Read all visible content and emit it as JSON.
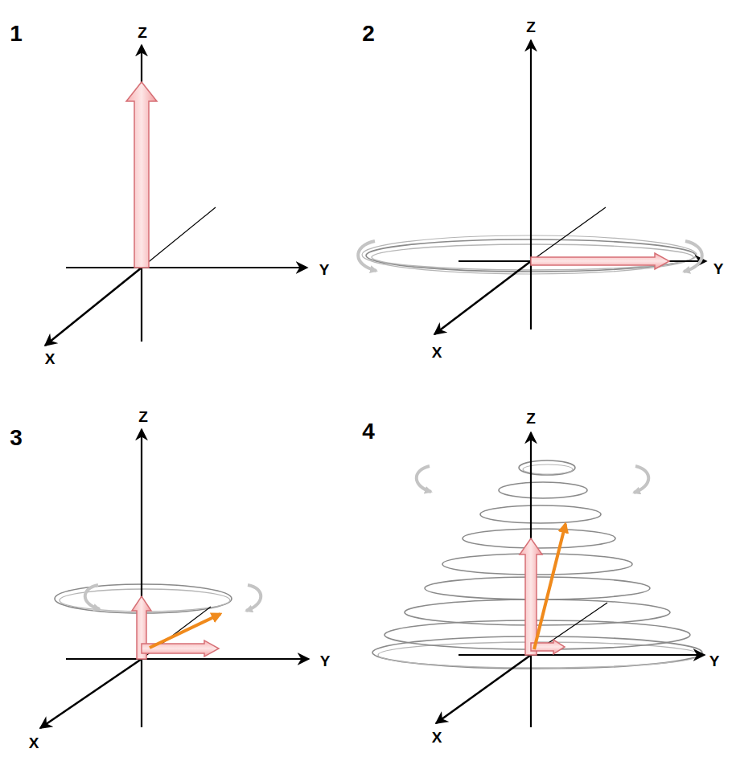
{
  "diagram": {
    "labels": [
      "1",
      "Z",
      "Y",
      "X",
      "2",
      "Z",
      "Y",
      "X",
      "3",
      "Z",
      "Y",
      "X",
      "4",
      "Z",
      "Y",
      "X"
    ]
  }
}
